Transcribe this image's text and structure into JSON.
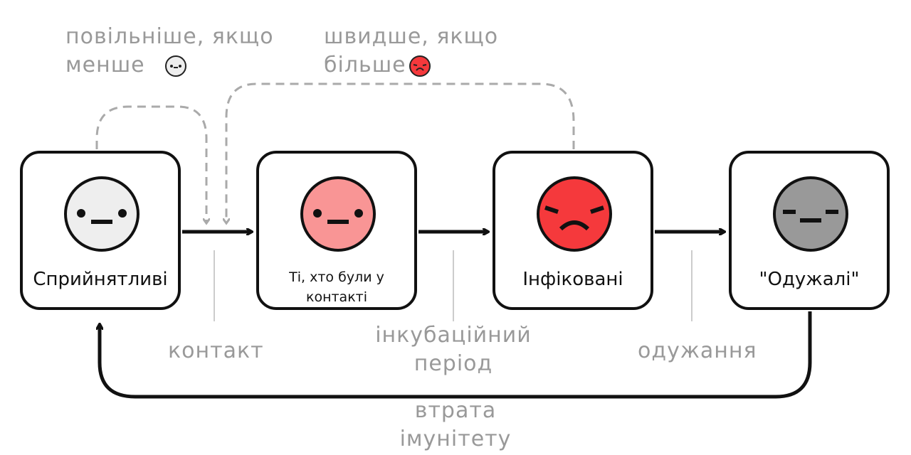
{
  "stages": [
    {
      "label": "Сприйнятливі",
      "color": "#eeeeee",
      "face": "neutral"
    },
    {
      "label": "Ті, хто були у контакті",
      "color": "#f99595",
      "face": "neutral"
    },
    {
      "label": "Інфіковані",
      "color": "#f5393c",
      "face": "sad"
    },
    {
      "label": "\"Одужалі\"",
      "color": "#999999",
      "face": "dash"
    }
  ],
  "transitions": {
    "contact": "контакт",
    "incubation_line1": "інкубаційний",
    "incubation_line2": "період",
    "recovery": "одужання",
    "immunity_loss_line1": "втрата",
    "immunity_loss_line2": "імунітету"
  },
  "feedback": {
    "slower_line1": "повільніше, якщо",
    "slower_line2": "менше",
    "faster_line1": "швидше, якщо",
    "faster_line2": "більше"
  },
  "colors": {
    "arrow": "#111111",
    "dashed": "#aaaaaa",
    "annotation": "#999999"
  }
}
